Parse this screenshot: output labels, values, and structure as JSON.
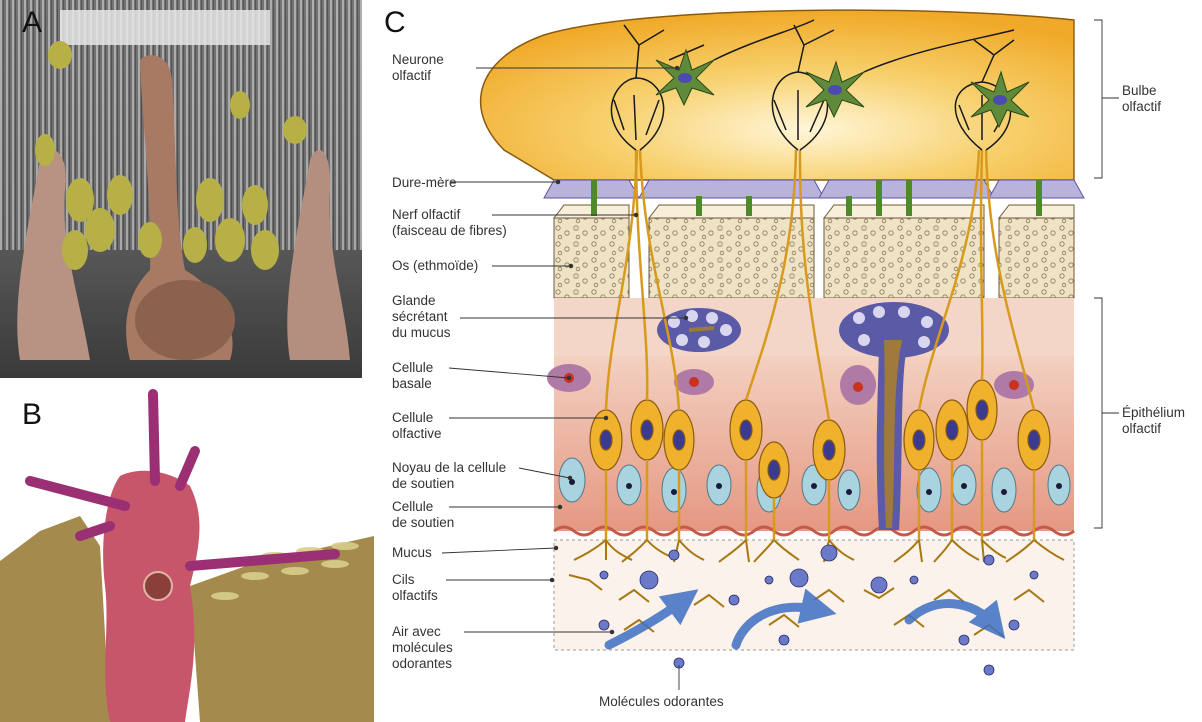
{
  "panels": {
    "a": {
      "letter": "A"
    },
    "b": {
      "letter": "B"
    },
    "c": {
      "letter": "C"
    }
  },
  "left_labels": [
    {
      "id": "neurone",
      "text": "Neurone\nolfactif"
    },
    {
      "id": "dure-mere",
      "text": "Dure-mère"
    },
    {
      "id": "nerf",
      "text": "Nerf olfactif\n(faisceau de fibres)"
    },
    {
      "id": "os",
      "text": "Os (ethmoïde)"
    },
    {
      "id": "glande",
      "text": "Glande\nsécrétant\ndu mucus"
    },
    {
      "id": "basale",
      "text": "Cellule\nbasale"
    },
    {
      "id": "olfactive",
      "text": "Cellule\nolfactive"
    },
    {
      "id": "noyau",
      "text": "Noyau de la cellule\nde soutien"
    },
    {
      "id": "soutien",
      "text": "Cellule\nde soutien"
    },
    {
      "id": "mucus",
      "text": "Mucus"
    },
    {
      "id": "cils",
      "text": "Cils\nolfactifs"
    },
    {
      "id": "air",
      "text": "Air avec\nmolécules\nodorantes"
    }
  ],
  "right_labels": [
    {
      "id": "bulbe",
      "text": "Bulbe\nolfactif"
    },
    {
      "id": "epithelium",
      "text": "Épithélium\nolfactif"
    }
  ],
  "bottom_label": "Molécules odorantes",
  "colors": {
    "bulb": "#f3b73a",
    "dura": "#b9b3dc",
    "bone": "#efe3c4",
    "lamina": "#f3d6c8",
    "epithelium": "#e8a08c",
    "olfactory_cell": "#f0b12c",
    "support_cell": "#a9d4df",
    "basal_cell": "#b07aa6",
    "gland": "#5b5aa6",
    "neuron": "#5f8a3a",
    "mucus": "#fbf2ec"
  }
}
